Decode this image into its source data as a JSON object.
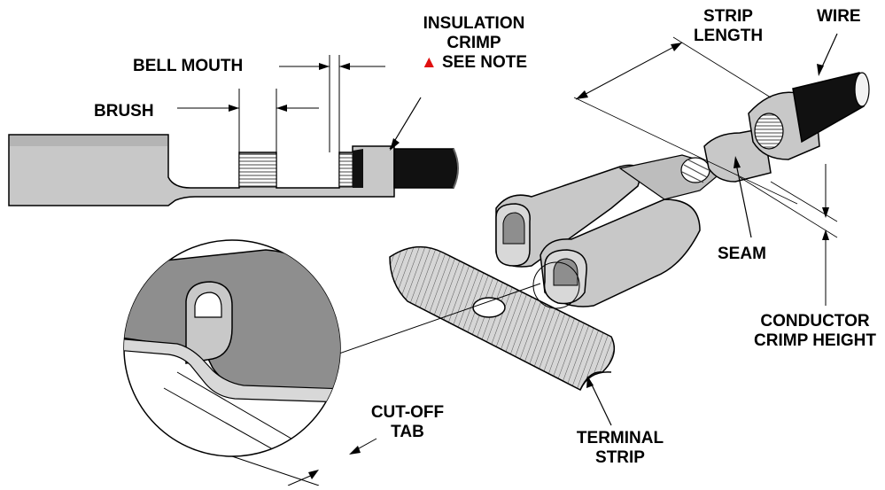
{
  "labels": {
    "insulation_crimp_line1": "INSULATION",
    "insulation_crimp_line2": "CRIMP",
    "see_note": "SEE NOTE",
    "note_marker": "▲",
    "bell_mouth": "BELL MOUTH",
    "brush": "BRUSH",
    "strip_length_line1": "STRIP",
    "strip_length_line2": "LENGTH",
    "wire": "WIRE",
    "seam": "SEAM",
    "conductor_crimp_height_line1": "CONDUCTOR",
    "conductor_crimp_height_line2": "CRIMP HEIGHT",
    "cut_off_tab_line1": "CUT-OFF",
    "cut_off_tab_line2": "TAB",
    "terminal_strip_line1": "TERMINAL",
    "terminal_strip_line2": "STRIP"
  },
  "colors": {
    "metal_fill": "#c8c8c8",
    "metal_dark": "#8e8e8e",
    "wire_insulation": "#111111",
    "note_marker": "#e01010",
    "outline": "#000000"
  }
}
